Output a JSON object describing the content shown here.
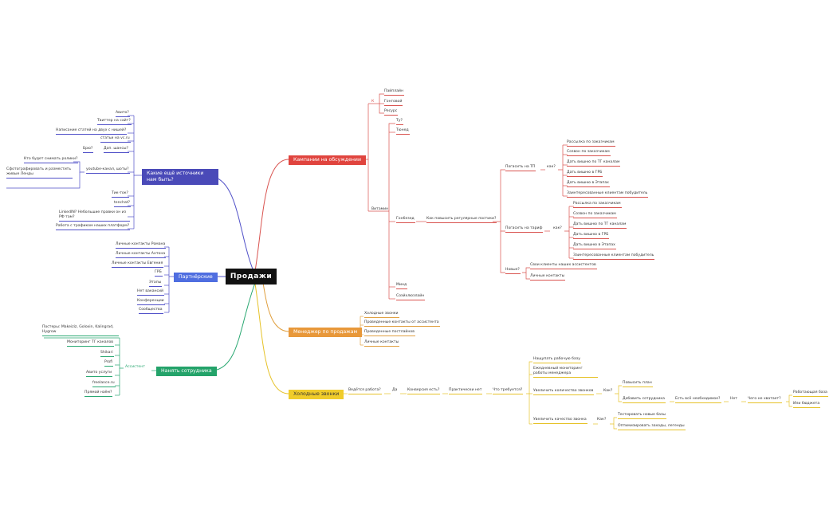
{
  "central": "Продажи",
  "left": {
    "sources": {
      "title": "Какие ещё источники нам быть?",
      "items": [
        "Авито?",
        "Твиттер на сайт?",
        "Написание статей на двух с нишей?",
        "статьи на vc.ru",
        "Доп. шансы?",
        "Брю?",
        "youtube-канал, шоты?",
        "Кто будет снимать ролики?",
        "Сфотографировать и разместить живые Ленды",
        "Тик-ток?",
        "tenchat?",
        "LinkedIN? Небольшие правки он из РФ там?",
        "Работа с трафиком наших платформ?"
      ]
    },
    "partners": {
      "title": "Партнёрские",
      "items": [
        "Личные контакты Романа",
        "Личные контакты Антона",
        "Личные контакты Евгения",
        "ГРБ",
        "Этапы",
        "Нет вакансий",
        "Конференции",
        "Сообщества"
      ]
    },
    "hire": {
      "title": "Нанять сотрудника",
      "assistant": "Ассистент",
      "items": [
        "Постеры: Makeiziz, Goloxin, Kalingrad, Hygrow",
        "Мониторинг ТГ каналов",
        "Shikari",
        "Profi",
        "Авито услуги",
        "freelance.ru",
        "Прямой наём?"
      ]
    }
  },
  "right": {
    "campaigns": {
      "title": "Кампании на обсуждении",
      "k": "К",
      "k_items": [
        "Пайплайн",
        "Гонговой",
        "Ресурс"
      ],
      "vitamin": "Витамин",
      "tu": "Ту?",
      "tuned": "Тюнед",
      "gonbased": "Гонбезед",
      "question": "Как повысить регулярные постики?",
      "pay_tp": "Погасить на ТП",
      "how1": "как?",
      "tp_items": [
        "Рассылка по заказчикам",
        "Созвон по заказчикам",
        "Дать вишню по ТГ каналам",
        "Дать вишню в ГРБ",
        "Дать вишню в Этапах",
        "Заинтересованные клиентам побудитель"
      ],
      "pay_tariff": "Погасить на тариф",
      "how2": "как?",
      "tariff_items": [
        "Рассылка по заказчикам",
        "Созвон по заказчикам",
        "Дать вишню по ТГ каналам",
        "Дать вишню в ГРБ",
        "Дать вишню в Этапах",
        "Заинтересованные клиентам побудитель"
      ],
      "new": "Новые?",
      "new_items": [
        "Свои клиенты наших ассистентов",
        "Личные контакты"
      ],
      "mind": "Минд",
      "hr": "Соэйхлюзлайн"
    },
    "manager": {
      "title": "Менеджер по продажам",
      "items": [
        "Холодные звонки",
        "Проведенные контакты от ассистента",
        "Проведенные постлайнов",
        "Личные контакты"
      ]
    },
    "cold": {
      "title": "Холодные звонки",
      "chain": [
        "Ведётся работа?",
        "Да",
        "Конверсия есть?",
        "Практически нет",
        "Что требуется?"
      ],
      "needs": [
        "Нащупать рабочую базу",
        "Ежедневный мониторинг работы менеджера",
        "Увеличить количество звонков",
        "Увеличить качество звонка"
      ],
      "how_a": "Как?",
      "inc_items": [
        "Повысить план",
        "Добавить сотрудника"
      ],
      "all_needed": "Есть всё необходимое?",
      "no": "Нет",
      "what_missing": "Чего не хватает?",
      "missing_items": [
        "Работающая база",
        "Или бюджета"
      ],
      "how_b": "Как?",
      "quality_items": [
        "Тестировать новые базы",
        "Оптимизировать заходы, легенды"
      ]
    }
  },
  "colors": {
    "red": "#d9534f",
    "blue": "#5050c8",
    "teal": "#2aa872",
    "orange": "#e0a040",
    "yellow": "#e6c228",
    "central": "#111111"
  }
}
